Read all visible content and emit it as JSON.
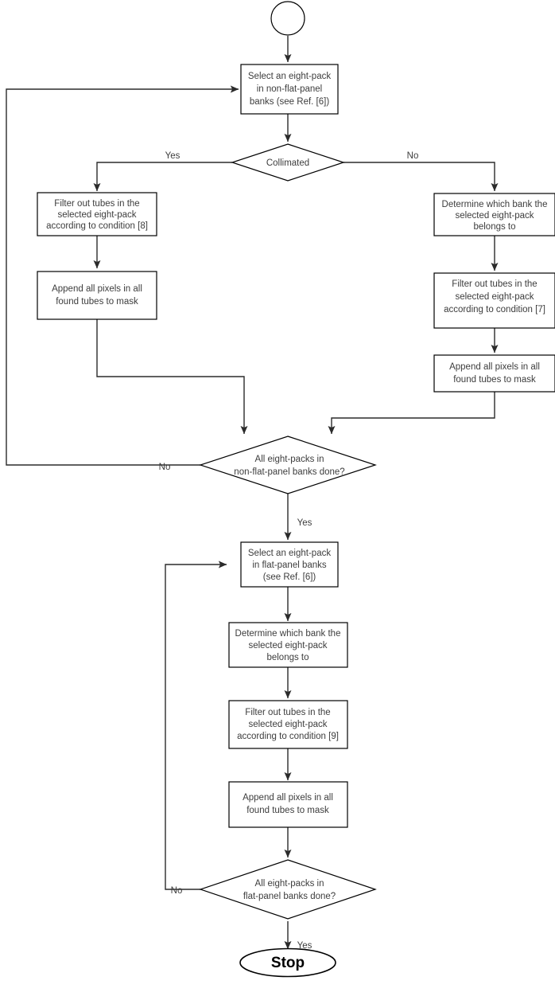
{
  "diagram": {
    "type": "flowchart",
    "title": "",
    "background_color": "#ffffff",
    "stroke_color": "#000000",
    "edge_color": "#2b2b2b",
    "text_color": "#3d3d3d"
  },
  "nodes": {
    "start": {
      "shape": "circle",
      "label": ""
    },
    "select_nonflat": {
      "shape": "process",
      "line1": "Select an eight-pack",
      "line2": "in non-flat-panel",
      "line3": "banks (see Ref. [6])"
    },
    "collimated": {
      "shape": "decision",
      "line1": "Collimated"
    },
    "filter_cond8": {
      "shape": "process",
      "line1": "Filter out tubes in the",
      "line2": "selected eight-pack",
      "line3": "according to condition [8]"
    },
    "append_left": {
      "shape": "process",
      "line1": "Append all pixels in all",
      "line2": "found tubes to mask"
    },
    "determine_bank_right": {
      "shape": "process",
      "line1": "Determine which bank the",
      "line2": "selected eight-pack",
      "line3": "belongs to"
    },
    "filter_cond7": {
      "shape": "process",
      "line1": "Filter out tubes in the",
      "line2": "selected eight-pack",
      "line3": "according to condition [7]"
    },
    "append_right": {
      "shape": "process",
      "line1": "Append all pixels in all",
      "line2": "found tubes to mask"
    },
    "all_nonflat_done": {
      "shape": "decision",
      "line1": "All eight-packs in",
      "line2": "non-flat-panel banks done?"
    },
    "select_flat": {
      "shape": "process",
      "line1": "Select an eight-pack",
      "line2": "in flat-panel banks",
      "line3": "(see Ref. [6])"
    },
    "determine_bank_flat": {
      "shape": "process",
      "line1": "Determine which bank the",
      "line2": "selected eight-pack",
      "line3": "belongs to"
    },
    "filter_cond9": {
      "shape": "process",
      "line1": "Filter out tubes in the",
      "line2": "selected eight-pack",
      "line3": "according to condition [9]"
    },
    "append_flat": {
      "shape": "process",
      "line1": "Append all pixels in all",
      "line2": "found tubes to mask"
    },
    "all_flat_done": {
      "shape": "decision",
      "line1": "All eight-packs in",
      "line2": "flat-panel banks done?"
    },
    "stop": {
      "shape": "terminal",
      "label": "Stop"
    }
  },
  "edge_labels": {
    "collimated_yes": "Yes",
    "collimated_no": "No",
    "nonflat_done_no": "No",
    "nonflat_done_yes": "Yes",
    "flat_done_no": "No",
    "flat_done_yes": "Yes"
  }
}
